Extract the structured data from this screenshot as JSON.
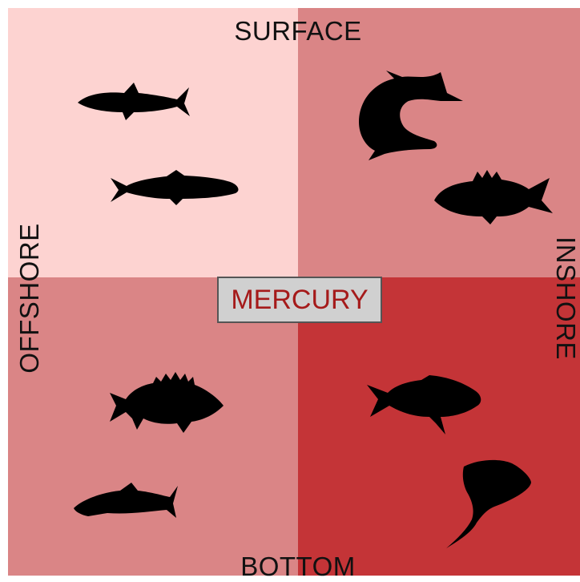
{
  "labels": {
    "top": "SURFACE",
    "bottom": "BOTTOM",
    "left": "OFFSHORE",
    "right": "INSHORE",
    "center": "MERCURY"
  },
  "colors": {
    "top_left": "#fdd3d1",
    "top_right": "#da8586",
    "bottom_left": "#da8586",
    "bottom_right": "#c43437",
    "center_text": "#a51a1a",
    "center_box": "#d0d0d0",
    "silhouette": "#000000"
  },
  "quadrants": {
    "top_left": {
      "icons": [
        "mackerel-icon",
        "herring-icon"
      ]
    },
    "top_right": {
      "icons": [
        "tarpon-icon",
        "bass-icon"
      ]
    },
    "bottom_left": {
      "icons": [
        "rockfish-icon",
        "flatfish-icon"
      ]
    },
    "bottom_right": {
      "icons": [
        "grouper-icon",
        "stingray-icon"
      ]
    }
  }
}
